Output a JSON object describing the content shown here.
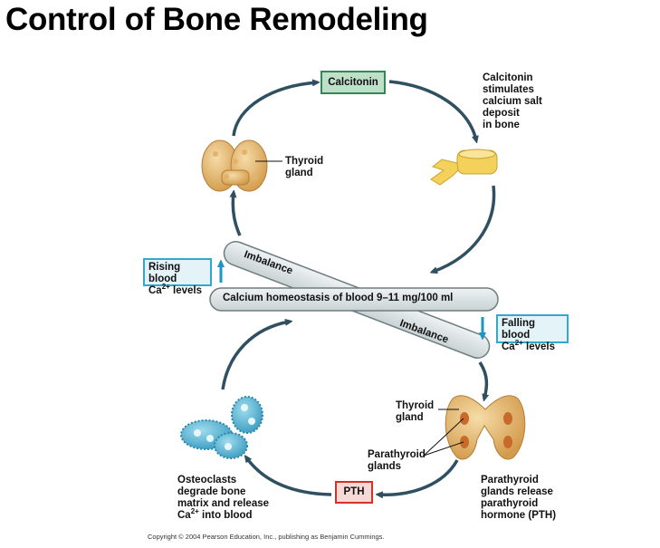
{
  "title": "Control of Bone Remodeling",
  "boxes": {
    "calcitonin": "Calcitonin",
    "pth": "PTH",
    "rising": {
      "line1": "Rising blood",
      "line2_pre": "Ca",
      "line2_sup": "2+",
      "line2_post": " levels"
    },
    "falling": {
      "line1": "Falling blood",
      "line2_pre": "Ca",
      "line2_sup": "2+",
      "line2_post": " levels"
    }
  },
  "labels": {
    "calcitonin_action": [
      "Calcitonin",
      "stimulates",
      "calcium salt",
      "deposit",
      "in bone"
    ],
    "thyroid_top": [
      "Thyroid",
      "gland"
    ],
    "thyroid_bottom": [
      "Thyroid",
      "gland"
    ],
    "parathyroid": [
      "Parathyroid",
      "glands"
    ],
    "parathyroid_release": [
      "Parathyroid",
      "glands release",
      "parathyroid",
      "hormone (PTH)"
    ],
    "osteoclasts": {
      "lines": [
        "Osteoclasts",
        "degrade bone",
        "matrix and release"
      ],
      "last_pre": "Ca",
      "last_sup": "2+",
      "last_post": " into blood"
    }
  },
  "homeostasis": "Calcium homeostasis of blood 9–11 mg/100 ml",
  "imbalance_top": "Imbalance",
  "imbalance_bottom": "Imbalance",
  "copyright": "Copyright © 2004 Pearson Education, Inc., publishing as Benjamin Cummings.",
  "colors": {
    "arrow": "#2f5060",
    "bar_fill": "#dde4e6",
    "bar_stroke": "#6e7d80",
    "calcitonin_fill": "#bfe0c8",
    "pth_stroke": "#d4312b",
    "level_stroke": "#33a8cc",
    "thyroid": "#e8b86a",
    "osteoclast": "#5bb8d6"
  }
}
